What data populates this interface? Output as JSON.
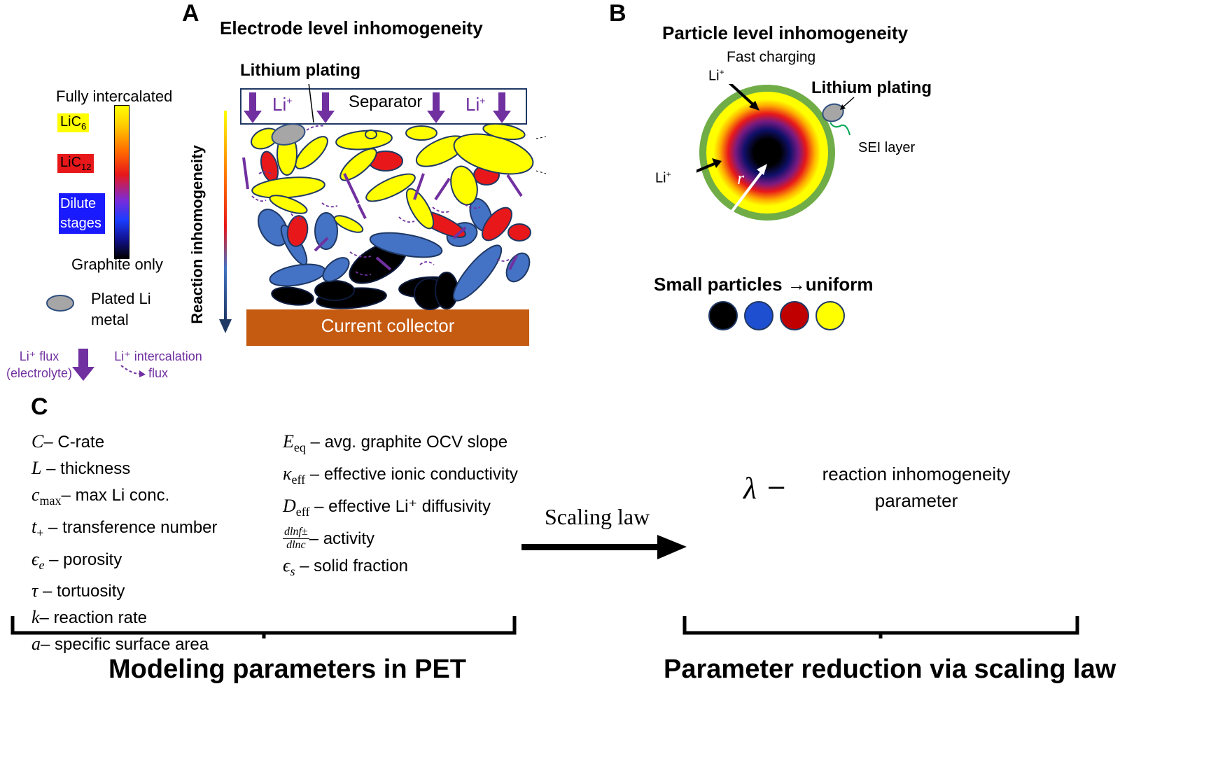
{
  "panel_a": {
    "letter": "A",
    "title": "Electrode level inhomogeneity",
    "lithium_plating": "Lithium plating",
    "separator": "Separator",
    "li_ion": "Li",
    "li_ion_sup": "+",
    "current_collector": "Current collector",
    "reaction_axis": "Reaction inhomogeneity",
    "colorbar_top": "Fully intercalated",
    "colorbar_bottom": "Graphite only",
    "stages": [
      {
        "main": "LiC",
        "sub": "6",
        "color": "#ffff00",
        "text_color": "#000000"
      },
      {
        "main": "LiC",
        "sub": "12",
        "color": "#e8181a",
        "text_color": "#000000"
      },
      {
        "main": "Dilute stages",
        "sub": "",
        "color": "#1a1aff",
        "text_color": "#ffffff"
      }
    ],
    "plated_li": "Plated Li metal",
    "flux_electrolyte_line1": "Li⁺ flux",
    "flux_electrolyte_line2": "(electrolyte)",
    "flux_intercalation_line1": "Li⁺ intercalation",
    "flux_intercalation_line2": "flux",
    "colors": {
      "yellow": "#ffff00",
      "red": "#e8181a",
      "blue": "#4472c4",
      "black": "#000000",
      "gray": "#a6a6a6",
      "purple": "#7030a0",
      "collector": "#c55a11"
    }
  },
  "panel_b": {
    "letter": "B",
    "title": "Particle level inhomogeneity",
    "fast_charging": "Fast charging",
    "li_top": "Li",
    "li_left": "Li",
    "li_sup": "+",
    "radius": "r",
    "lithium_plating": "Lithium plating",
    "sei_layer": "SEI layer",
    "small_particles": "Small particles →uniform",
    "small_particle_colors": [
      "#000000",
      "#1f4fd1",
      "#c00000",
      "#ffff00"
    ],
    "sei_color": "#70ad47"
  },
  "panel_c": {
    "letter": "C",
    "params_left": [
      {
        "sym": "C",
        "sub": "",
        "sup": "",
        "desc": "– C-rate"
      },
      {
        "sym": "L",
        "sub": "",
        "sup": "",
        "desc": " – thickness"
      },
      {
        "sym": "c",
        "sub": "max",
        "sup": "",
        "desc": "– max Li conc."
      },
      {
        "sym": "t",
        "sub": "+",
        "sup": "",
        "desc": " – transference number"
      },
      {
        "sym": "ϵ",
        "sub": "e",
        "sup": "",
        "desc": " – porosity"
      },
      {
        "sym": "τ",
        "sub": "",
        "sup": "",
        "desc": " – tortuosity"
      },
      {
        "sym": "k",
        "sub": "",
        "sup": "",
        "desc": "– reaction rate"
      },
      {
        "sym": "a",
        "sub": "",
        "sup": "",
        "desc": "– specific surface area"
      }
    ],
    "params_right": [
      {
        "sym": "E",
        "sub": "eq",
        "desc": " – avg. graphite OCV slope"
      },
      {
        "sym": "κ",
        "sub": "eff",
        "desc": " – effective ionic conductivity"
      },
      {
        "sym": "D",
        "sub": "eff",
        "desc": " – effective Li⁺ diffusivity"
      },
      {
        "sym": "frac",
        "sub": "",
        "desc": " – activity"
      },
      {
        "sym": "ϵ",
        "sub": "s",
        "desc": " – solid fraction"
      }
    ],
    "frac_num": "dlnf±",
    "frac_den": "dlnc",
    "scaling_law": "Scaling law",
    "lambda": "λ",
    "lambda_dash": "–",
    "lambda_desc_line1": "reaction inhomogeneity",
    "lambda_desc_line2": "parameter",
    "bottom_left": "Modeling parameters in PET",
    "bottom_right": "Parameter reduction via scaling law"
  }
}
